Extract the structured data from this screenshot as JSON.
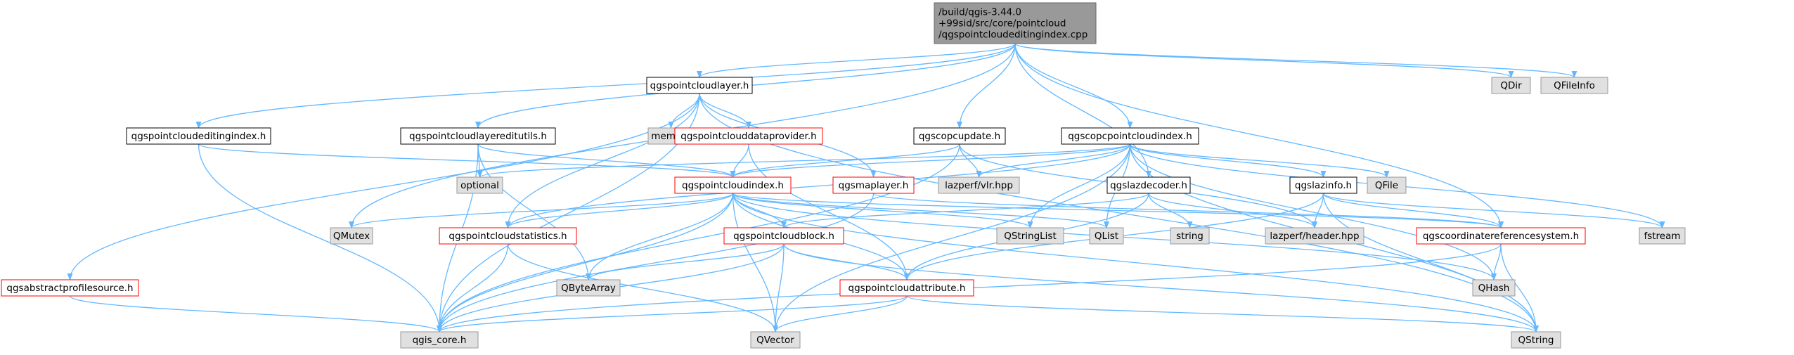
{
  "colors": {
    "edge": "#63b8ff",
    "root_fill": "#999999",
    "root_border": "#666666",
    "doc_border": "#000000",
    "incomplete_border": "#ff0000",
    "external_fill": "#e0e0e0",
    "external_border": "#999999"
  },
  "nodes": {
    "root": {
      "lines": [
        "/build/qgis-3.44.0",
        "+99sid/src/core/pointcloud",
        "/qgspointcloudeditingindex.cpp"
      ],
      "kind": "root"
    },
    "layer": {
      "lines": [
        "qgspointcloudlayer.h"
      ],
      "kind": "doc"
    },
    "qdir": {
      "lines": [
        "QDir"
      ],
      "kind": "external"
    },
    "qfileinfo": {
      "lines": [
        "QFileInfo"
      ],
      "kind": "external"
    },
    "editingindex": {
      "lines": [
        "qgspointcloudeditingindex.h"
      ],
      "kind": "doc"
    },
    "layereditutils": {
      "lines": [
        "qgspointcloudlayereditutils.h"
      ],
      "kind": "doc"
    },
    "memory": {
      "lines": [
        "memory"
      ],
      "kind": "external"
    },
    "dataprovider": {
      "lines": [
        "qgspointclouddataprovider.h"
      ],
      "kind": "incomplete"
    },
    "copcupdate": {
      "lines": [
        "qgscopcupdate.h"
      ],
      "kind": "doc"
    },
    "copcindex": {
      "lines": [
        "qgscopcpointcloudindex.h"
      ],
      "kind": "doc"
    },
    "optional": {
      "lines": [
        "optional"
      ],
      "kind": "external"
    },
    "pcindex": {
      "lines": [
        "qgspointcloudindex.h"
      ],
      "kind": "incomplete"
    },
    "maplayer": {
      "lines": [
        "qgsmaplayer.h"
      ],
      "kind": "incomplete"
    },
    "vlr": {
      "lines": [
        "lazperf/vlr.hpp"
      ],
      "kind": "external"
    },
    "lazdecoder": {
      "lines": [
        "qgslazdecoder.h"
      ],
      "kind": "doc"
    },
    "lazinfo": {
      "lines": [
        "qgslazinfo.h"
      ],
      "kind": "doc"
    },
    "qfile": {
      "lines": [
        "QFile"
      ],
      "kind": "external"
    },
    "qmutex": {
      "lines": [
        "QMutex"
      ],
      "kind": "external"
    },
    "statistics": {
      "lines": [
        "qgspointcloudstatistics.h"
      ],
      "kind": "incomplete"
    },
    "block": {
      "lines": [
        "qgspointcloudblock.h"
      ],
      "kind": "incomplete"
    },
    "qstringlist": {
      "lines": [
        "QStringList"
      ],
      "kind": "external"
    },
    "qlist": {
      "lines": [
        "QList"
      ],
      "kind": "external"
    },
    "string": {
      "lines": [
        "string"
      ],
      "kind": "external"
    },
    "header": {
      "lines": [
        "lazperf/header.hpp"
      ],
      "kind": "external"
    },
    "crs": {
      "lines": [
        "qgscoordinatereferencesystem.h"
      ],
      "kind": "incomplete"
    },
    "fstream": {
      "lines": [
        "fstream"
      ],
      "kind": "external"
    },
    "profilesource": {
      "lines": [
        "qgsabstractprofilesource.h"
      ],
      "kind": "incomplete"
    },
    "qbytearray": {
      "lines": [
        "QByteArray"
      ],
      "kind": "external"
    },
    "attribute": {
      "lines": [
        "qgspointcloudattribute.h"
      ],
      "kind": "incomplete"
    },
    "qhash": {
      "lines": [
        "QHash"
      ],
      "kind": "external"
    },
    "core": {
      "lines": [
        "qgis_core.h"
      ],
      "kind": "external"
    },
    "qvector": {
      "lines": [
        "QVector"
      ],
      "kind": "external"
    },
    "qstring": {
      "lines": [
        "QString"
      ],
      "kind": "external"
    }
  },
  "edges": [
    [
      "root",
      "layer"
    ],
    [
      "root",
      "qdir"
    ],
    [
      "root",
      "qfileinfo"
    ],
    [
      "root",
      "editingindex"
    ],
    [
      "root",
      "layereditutils"
    ],
    [
      "root",
      "copcupdate"
    ],
    [
      "root",
      "copcindex"
    ],
    [
      "root",
      "lazdecoder"
    ],
    [
      "root",
      "crs"
    ],
    [
      "root",
      "qmutex"
    ],
    [
      "layer",
      "memory"
    ],
    [
      "layer",
      "dataprovider"
    ],
    [
      "layer",
      "maplayer"
    ],
    [
      "layer",
      "statistics"
    ],
    [
      "layer",
      "core"
    ],
    [
      "layer",
      "qstring"
    ],
    [
      "layer",
      "profilesource"
    ],
    [
      "editingindex",
      "pcindex"
    ],
    [
      "editingindex",
      "core"
    ],
    [
      "layereditutils",
      "optional"
    ],
    [
      "layereditutils",
      "pcindex"
    ],
    [
      "layereditutils",
      "core"
    ],
    [
      "layereditutils",
      "qbytearray"
    ],
    [
      "dataprovider",
      "pcindex"
    ],
    [
      "dataprovider",
      "attribute"
    ],
    [
      "copcupdate",
      "pcindex"
    ],
    [
      "copcupdate",
      "vlr"
    ],
    [
      "copcupdate",
      "header"
    ],
    [
      "copcupdate",
      "core"
    ],
    [
      "copcindex",
      "pcindex"
    ],
    [
      "copcindex",
      "optional"
    ],
    [
      "copcindex",
      "vlr"
    ],
    [
      "copcindex",
      "qfile"
    ],
    [
      "copcindex",
      "lazinfo"
    ],
    [
      "copcindex",
      "statistics"
    ],
    [
      "copcindex",
      "qstringlist"
    ],
    [
      "copcindex",
      "qlist"
    ],
    [
      "copcindex",
      "fstream"
    ],
    [
      "copcindex",
      "qhash"
    ],
    [
      "copcindex",
      "qstring"
    ],
    [
      "copcindex",
      "qvector"
    ],
    [
      "pcindex",
      "qmutex"
    ],
    [
      "pcindex",
      "statistics"
    ],
    [
      "pcindex",
      "block"
    ],
    [
      "pcindex",
      "qstringlist"
    ],
    [
      "pcindex",
      "qlist"
    ],
    [
      "pcindex",
      "qbytearray"
    ],
    [
      "pcindex",
      "attribute"
    ],
    [
      "pcindex",
      "qhash"
    ],
    [
      "pcindex",
      "core"
    ],
    [
      "pcindex",
      "qvector"
    ],
    [
      "pcindex",
      "qstring"
    ],
    [
      "pcindex",
      "crs"
    ],
    [
      "maplayer",
      "crs"
    ],
    [
      "maplayer",
      "core"
    ],
    [
      "lazdecoder",
      "block"
    ],
    [
      "lazdecoder",
      "string"
    ],
    [
      "lazdecoder",
      "header"
    ],
    [
      "lazdecoder",
      "attribute"
    ],
    [
      "lazinfo",
      "header"
    ],
    [
      "lazinfo",
      "crs"
    ],
    [
      "lazinfo",
      "attribute"
    ],
    [
      "lazinfo",
      "qstring"
    ],
    [
      "lazinfo",
      "fstream"
    ],
    [
      "statistics",
      "core"
    ],
    [
      "statistics",
      "qvector"
    ],
    [
      "block",
      "qbytearray"
    ],
    [
      "block",
      "attribute"
    ],
    [
      "block",
      "core"
    ],
    [
      "block",
      "qvector"
    ],
    [
      "block",
      "qstring"
    ],
    [
      "crs",
      "qhash"
    ],
    [
      "crs",
      "qstring"
    ],
    [
      "crs",
      "core"
    ],
    [
      "attribute",
      "core"
    ],
    [
      "attribute",
      "qvector"
    ],
    [
      "attribute",
      "qstring"
    ],
    [
      "profilesource",
      "core"
    ]
  ]
}
